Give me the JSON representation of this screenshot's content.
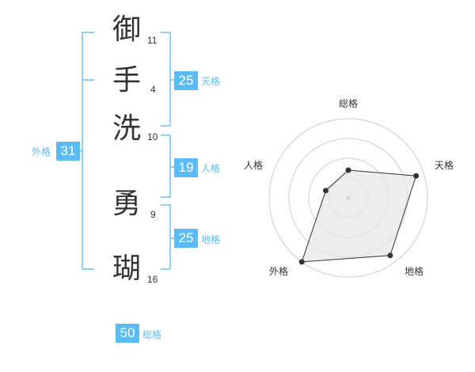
{
  "name_chars": [
    {
      "char": "御",
      "strokes": "11"
    },
    {
      "char": "手",
      "strokes": "4"
    },
    {
      "char": "洗",
      "strokes": "10"
    },
    {
      "char": "勇",
      "strokes": "9"
    },
    {
      "char": "瑚",
      "strokes": "16"
    }
  ],
  "kakusu": {
    "tenkaku": {
      "value": "25",
      "label": "天格"
    },
    "jinkaku": {
      "value": "19",
      "label": "人格"
    },
    "chikaku": {
      "value": "25",
      "label": "地格"
    },
    "gaikaku": {
      "value": "31",
      "label": "外格"
    },
    "soukaku": {
      "value": "50",
      "label": "総格"
    }
  },
  "colors": {
    "accent": "#5bbcf5",
    "bracket": "#8fd0f7",
    "text": "#333333",
    "radar_fill": "#e6e6e6",
    "radar_grid": "#cccccc"
  },
  "chart_data": {
    "type": "radar",
    "axes": [
      "総格",
      "天格",
      "地格",
      "外格",
      "人格"
    ],
    "values": [
      0.35,
      0.9,
      0.9,
      1.0,
      0.3
    ],
    "scale_max": 1.0,
    "rings": 4
  }
}
